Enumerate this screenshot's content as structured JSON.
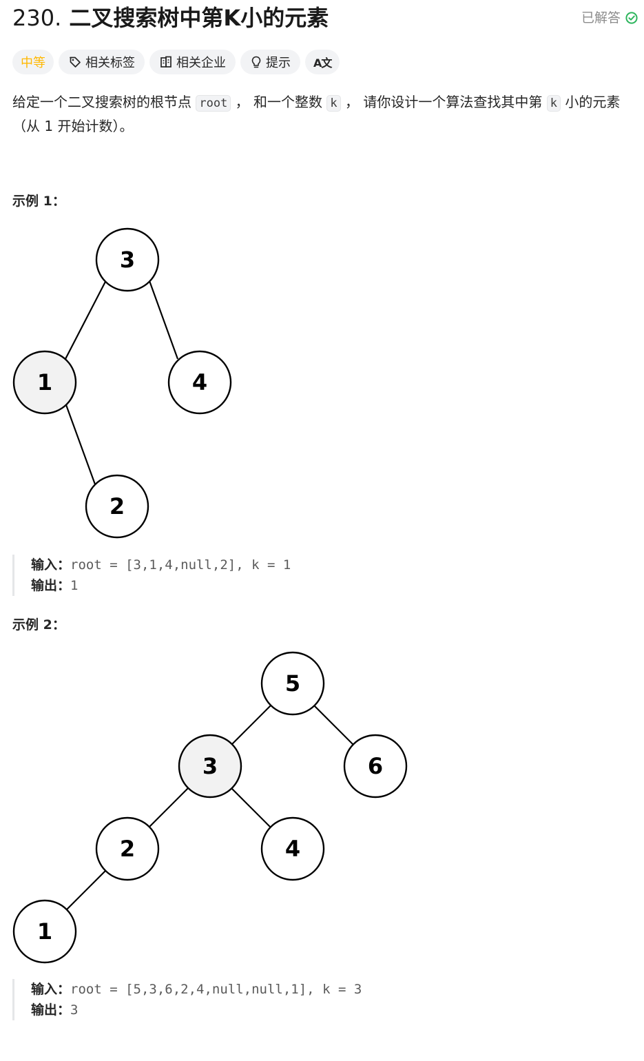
{
  "header": {
    "number": "230.",
    "title": "二叉搜索树中第K小的元素",
    "status": "已解答"
  },
  "tags": {
    "difficulty": "中等",
    "related_tags": "相关标签",
    "related_companies": "相关企业",
    "hint": "提示",
    "translate": "A文"
  },
  "description": {
    "part1": "给定一个二叉搜索树的根节点 ",
    "code_root": "root",
    "part2": " ， 和一个整数 ",
    "code_k1": "k",
    "part3": " ， 请你设计一个算法查找其中第 ",
    "code_k2": "k",
    "part4": " 小的元素（从 1 开始计数）。"
  },
  "examples": [
    {
      "title": "示例 1：",
      "nodes": [
        "3",
        "1",
        "4",
        "2"
      ],
      "input_label": "输入：",
      "input_value": "root = [3,1,4,null,2], k = 1",
      "output_label": "输出：",
      "output_value": "1"
    },
    {
      "title": "示例 2：",
      "nodes": [
        "5",
        "3",
        "6",
        "2",
        "4",
        "1"
      ],
      "input_label": "输入：",
      "input_value": "root = [5,3,6,2,4,null,null,1], k = 3",
      "output_label": "输出：",
      "output_value": "3"
    }
  ],
  "colors": {
    "difficulty_medium": "#ffb800",
    "solved_check": "#2db55d",
    "highlight_node": "#f2f2f2"
  }
}
